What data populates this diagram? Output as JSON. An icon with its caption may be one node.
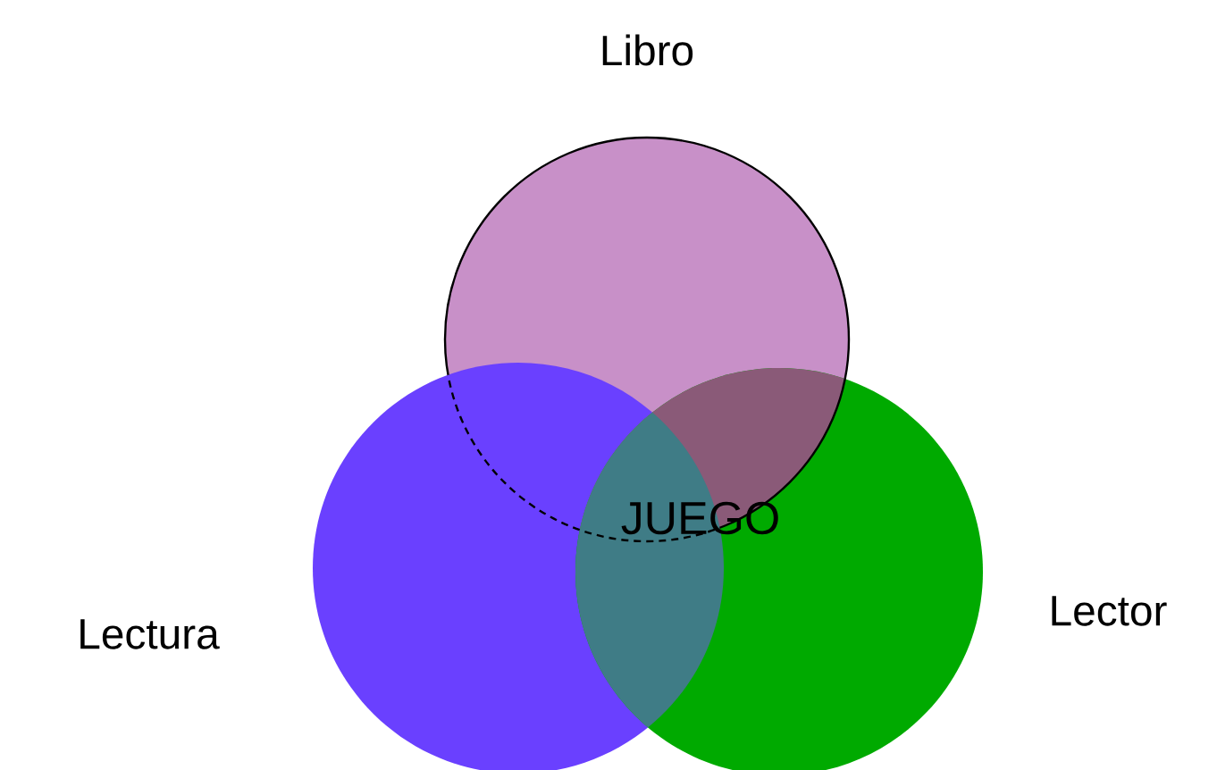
{
  "diagram": {
    "nodes": [
      {
        "text": [
          "Libro"
        ]
      },
      {
        "text": [
          "Lectura"
        ]
      },
      {
        "text": [
          "Lector"
        ]
      }
    ],
    "labels": [
      "JUEGO"
    ]
  }
}
